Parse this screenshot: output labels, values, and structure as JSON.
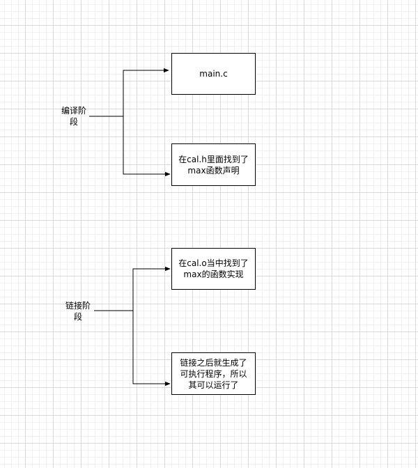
{
  "diagram": {
    "group1": {
      "label": "编译阶段",
      "nodes": [
        {
          "text": "main.c"
        },
        {
          "text": "在cal.h里面找到了max函数声明"
        }
      ]
    },
    "group2": {
      "label": "链接阶段",
      "nodes": [
        {
          "text": "在cal.o当中找到了max的函数实现"
        },
        {
          "text": "链接之后就生成了可执行程序，所以其可以运行了"
        }
      ]
    },
    "colors": {
      "stroke": "#000000",
      "background": "#ffffff",
      "grid": "#d9d9d9"
    }
  }
}
